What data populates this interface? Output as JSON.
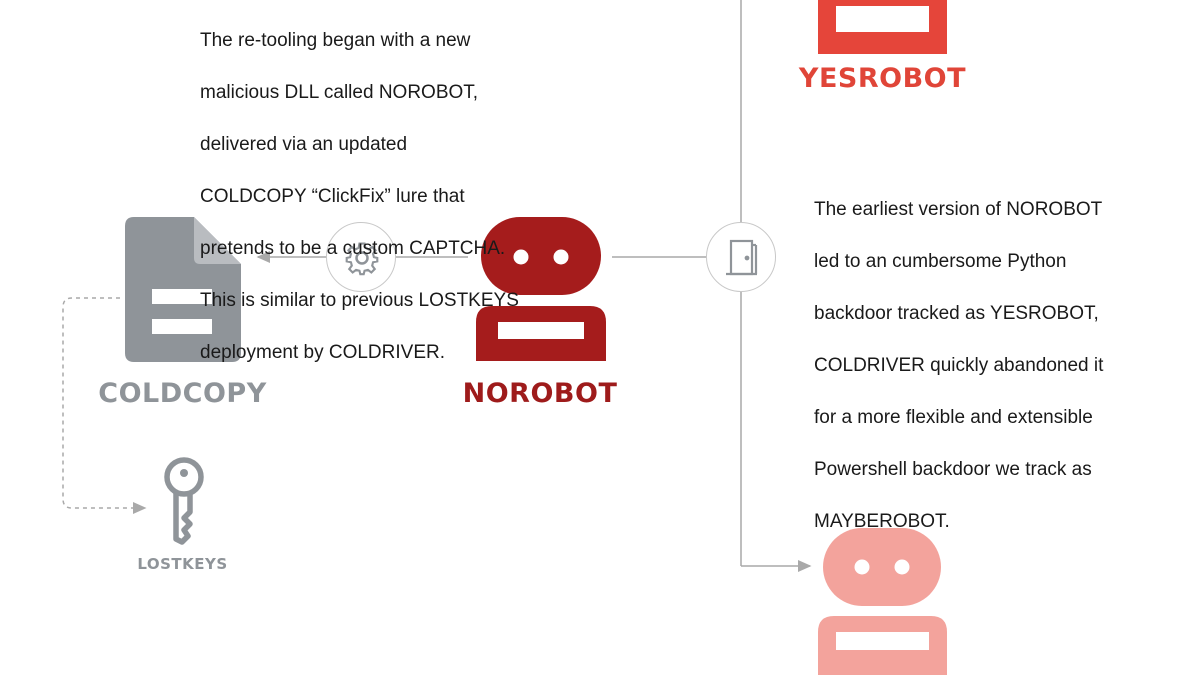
{
  "intro_text": {
    "lines": [
      "The re-tooling began with a new",
      "malicious DLL called NOROBOT,",
      "delivered via an updated",
      "COLDCOPY “ClickFix” lure that",
      "pretends to be a custom CAPTCHA.",
      "This is similar to previous LOSTKEYS",
      "deployment by COLDRIVER."
    ]
  },
  "side_text": {
    "lines": [
      "The earliest version of NOROBOT",
      "led to an cumbersome Python",
      "backdoor tracked as YESROBOT,",
      "COLDRIVER quickly abandoned it",
      "for a more flexible and extensible",
      "Powershell backdoor we track as",
      "MAYBEROBOT."
    ]
  },
  "nodes": {
    "coldcopy": {
      "label": "COLDCOPY",
      "icon": "document-icon",
      "color": "#8f9499"
    },
    "norobot": {
      "label": "NOROBOT",
      "icon": "robot-icon",
      "color": "#a51c1c"
    },
    "yesrobot": {
      "label": "YESROBOT",
      "icon": "robot-icon",
      "color": "#e5453a"
    },
    "lostkeys": {
      "label": "LOSTKEYS",
      "icon": "key-icon",
      "color": "#8f9499"
    },
    "mayberobot": {
      "icon": "robot-icon",
      "color": "#f3a39c"
    }
  },
  "connectors": {
    "gear": {
      "icon": "gear-icon"
    },
    "door": {
      "icon": "door-icon"
    }
  }
}
